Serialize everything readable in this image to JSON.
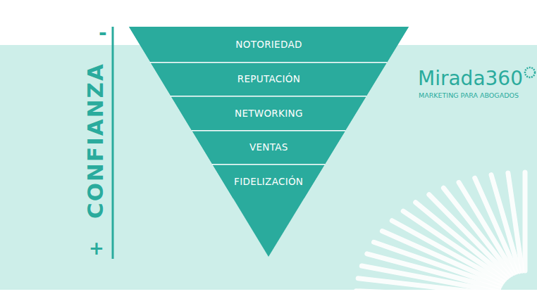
{
  "diagram": {
    "nodes": [
      {
        "text": [
          "NOTORIEDAD"
        ]
      },
      {
        "text": [
          "REPUTACIÓN"
        ]
      },
      {
        "text": [
          "NETWORKING"
        ]
      },
      {
        "text": [
          "VENTAS"
        ]
      },
      {
        "text": [
          "FIDELIZACIÓN"
        ]
      }
    ],
    "labels": [
      "-",
      "CONFIANZA",
      "+",
      "Mirada360",
      "MARKETING PARA ABOGADOS"
    ]
  }
}
